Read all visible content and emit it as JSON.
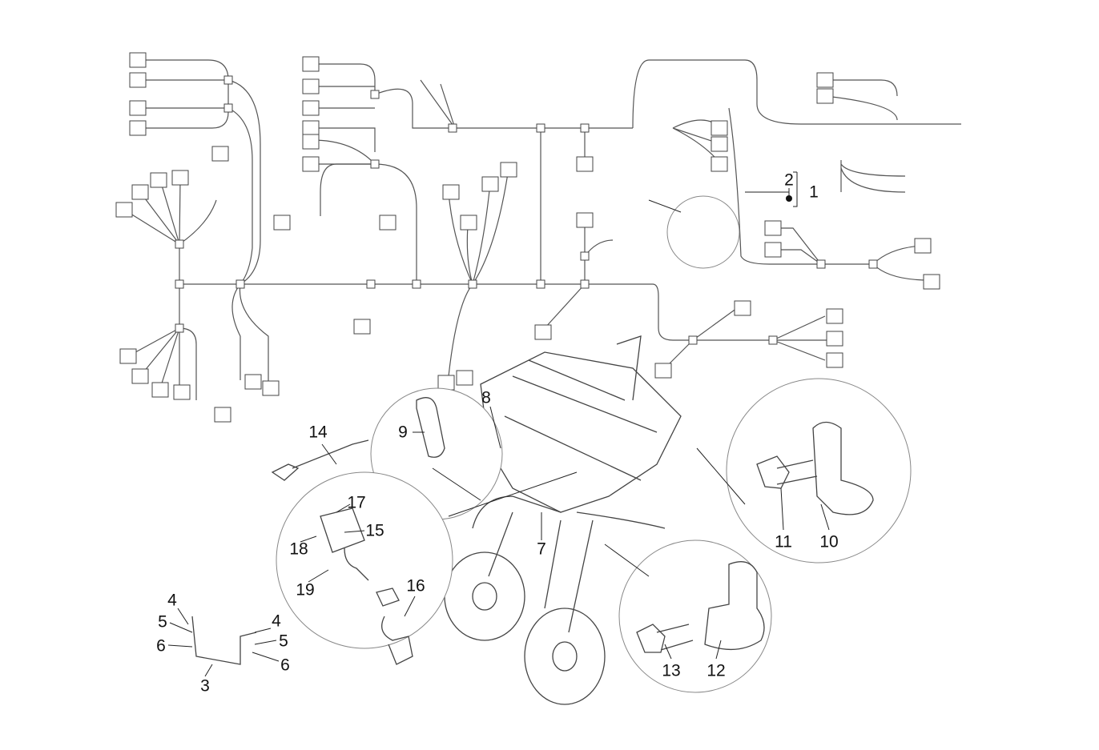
{
  "callouts": {
    "c1": "1",
    "c2": "2",
    "c3": "3",
    "c4a": "4",
    "c4b": "4",
    "c5a": "5",
    "c5b": "5",
    "c6a": "6",
    "c6b": "6",
    "c7": "7",
    "c8": "8",
    "c9": "9",
    "c10": "10",
    "c11": "11",
    "c12": "12",
    "c13": "13",
    "c14": "14",
    "c15": "15",
    "c16": "16",
    "c17": "17",
    "c18": "18",
    "c19": "19"
  },
  "colors": {
    "line": "#444444",
    "background": "#ffffff"
  }
}
